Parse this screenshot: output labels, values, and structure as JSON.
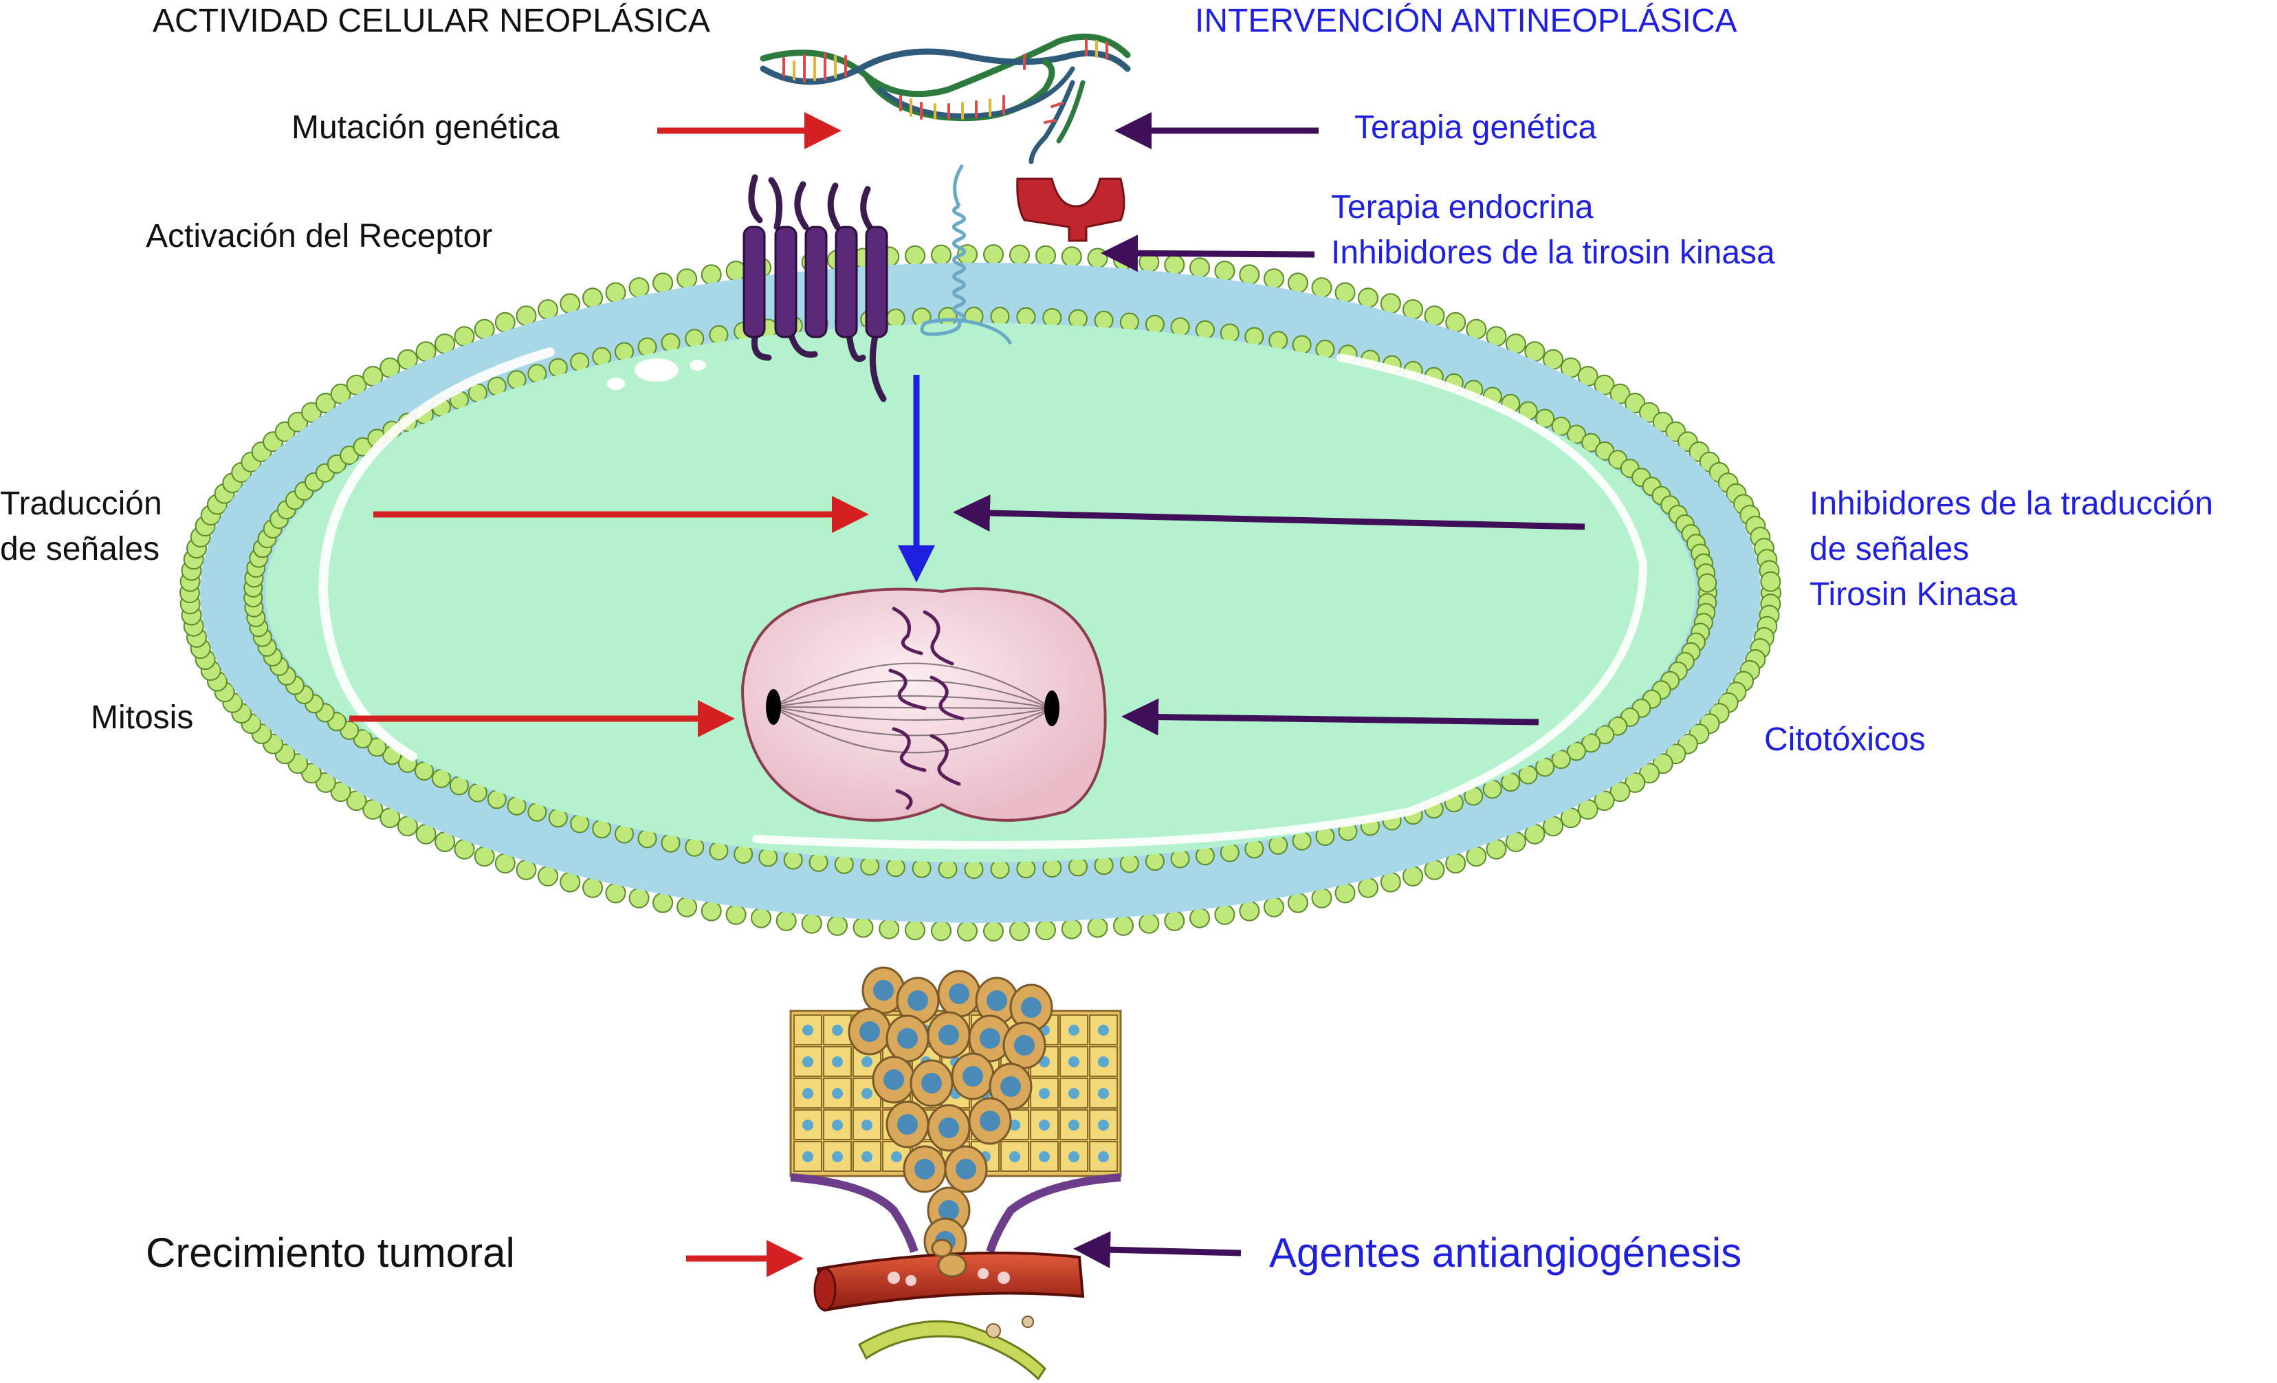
{
  "headers": {
    "left": "ACTIVIDAD CELULAR NEOPLÁSICA",
    "right": "INTERVENCIÓN ANTINEOPLÁSICA"
  },
  "left_labels": {
    "mutacion": "Mutación genética",
    "receptor": "Activación del Receptor",
    "traduccion_1": "Traducción",
    "traduccion_2": "de señales",
    "mitosis": "Mitosis",
    "crecimiento": "Crecimiento tumoral"
  },
  "right_labels": {
    "terapia_genetica": "Terapia genética",
    "terapia_endocrina": "Terapia endocrina",
    "inhibidores_tk": "Inhibidores de la tirosin kinasa",
    "inhibidores_traduccion_1": "Inhibidores de la traducción",
    "inhibidores_traduccion_2": "de señales",
    "tirosin_kinasa": "Tirosin Kinasa",
    "citotoxicos": "Citotóxicos",
    "antiangiogenesis": "Agentes antiangiogénesis"
  },
  "colors": {
    "activity_arrow": "#d42020",
    "intervention_arrow": "#3f0f5a",
    "signal_arrow": "#1f1fe0",
    "cytoplasm": "#b3f2cc",
    "membrane_head": "#bfe87a",
    "membrane_tail": "#a8d8e8",
    "nucleus": "#f2d5dc"
  }
}
